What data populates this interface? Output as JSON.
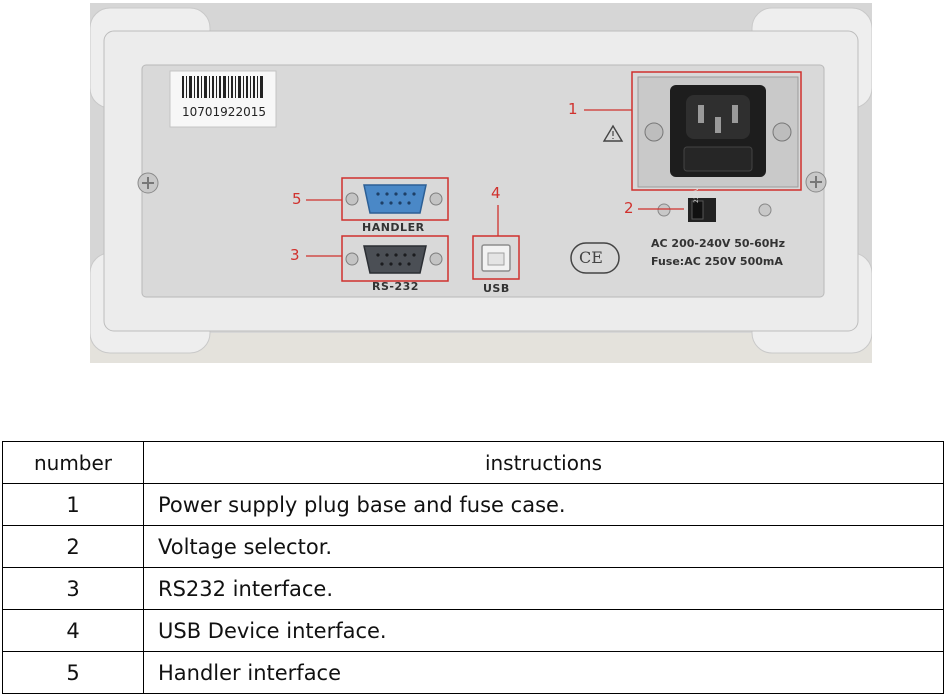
{
  "device_panel": {
    "barcode_number": "10701922015",
    "ports": {
      "handler": "HANDLER",
      "rs232": "RS-232",
      "usb": "USB"
    },
    "callouts": [
      "1",
      "2",
      "3",
      "4",
      "5"
    ],
    "selector_mark": "220V",
    "certification_mark": "CE",
    "spec_lines": [
      "AC 200-240V 50-60Hz",
      "Fuse:AC 250V 500mA"
    ],
    "colors": {
      "callout": "#d0312d",
      "handler_port": "#4a88c7",
      "rs232_port": "#4b4f55"
    }
  },
  "table": {
    "headers": [
      "number",
      "instructions"
    ],
    "rows": [
      {
        "number": "1",
        "instruction": "Power supply plug base and fuse case."
      },
      {
        "number": "2",
        "instruction": "Voltage selector."
      },
      {
        "number": "3",
        "instruction": "RS232 interface."
      },
      {
        "number": "4",
        "instruction": "USB Device interface."
      },
      {
        "number": "5",
        "instruction": "Handler interface"
      }
    ]
  }
}
